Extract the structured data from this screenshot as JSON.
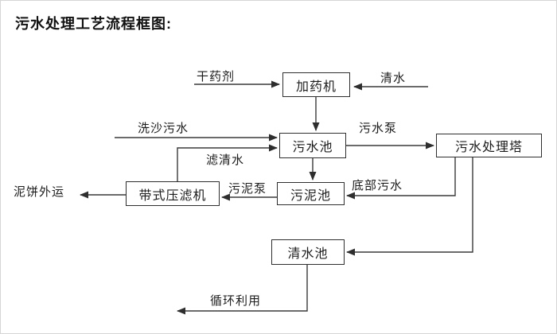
{
  "title": "污水处理工艺流程框图:",
  "diagram": {
    "nodes": [
      {
        "id": "dosing-machine",
        "label": "加药机"
      },
      {
        "id": "sewage-pool",
        "label": "污水池"
      },
      {
        "id": "sewage-treatment-tower",
        "label": "污水处理塔"
      },
      {
        "id": "sludge-pool",
        "label": "污泥池"
      },
      {
        "id": "belt-filter-press",
        "label": "带式压滤机"
      },
      {
        "id": "clean-water-pool",
        "label": "清水池"
      }
    ],
    "edge_labels": [
      {
        "id": "dry-agent",
        "label": "干药剂"
      },
      {
        "id": "clean-water",
        "label": "清水"
      },
      {
        "id": "sand-washing-sewage",
        "label": "洗沙污水"
      },
      {
        "id": "filtered-water",
        "label": "滤清水"
      },
      {
        "id": "sewage-pump",
        "label": "污水泵"
      },
      {
        "id": "bottom-sewage",
        "label": "底部污水"
      },
      {
        "id": "sludge-pump",
        "label": "污泥泵"
      },
      {
        "id": "mud-cake-out",
        "label": "泥饼外运"
      },
      {
        "id": "recycle-use",
        "label": "循环利用"
      }
    ],
    "line_color": "#3a3a3a"
  }
}
